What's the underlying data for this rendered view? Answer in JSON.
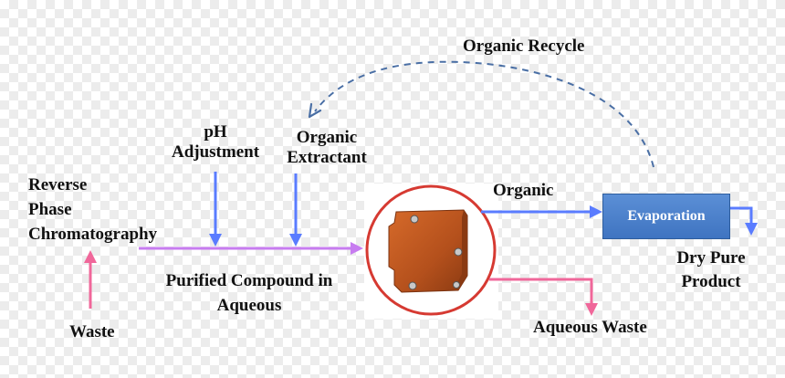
{
  "labels": {
    "organic_recycle": "Organic Recycle",
    "ph_line1": "pH",
    "ph_line2": "Adjustment",
    "extractant_line1": "Organic",
    "extractant_line2": "Extractant",
    "rpc_line1": "Reverse",
    "rpc_line2": "Phase",
    "rpc_line3": "Chromatography",
    "organic": "Organic",
    "evaporation": "Evaporation",
    "dry_line1": "Dry Pure",
    "dry_line2": "Product",
    "purified_line1": "Purified Compound in",
    "purified_line2": "Aqueous",
    "waste": "Waste",
    "aqueous_waste": "Aqueous Waste"
  },
  "colors": {
    "blue_stream": "#5a7cff",
    "purple_stream": "#c77cf0",
    "pink_stream": "#f0679a",
    "recycle_dash": "#4a6fa5",
    "separator_ring": "#d63a32",
    "evaporation_box": "#4f84cd",
    "device_body": "#b9541f"
  }
}
